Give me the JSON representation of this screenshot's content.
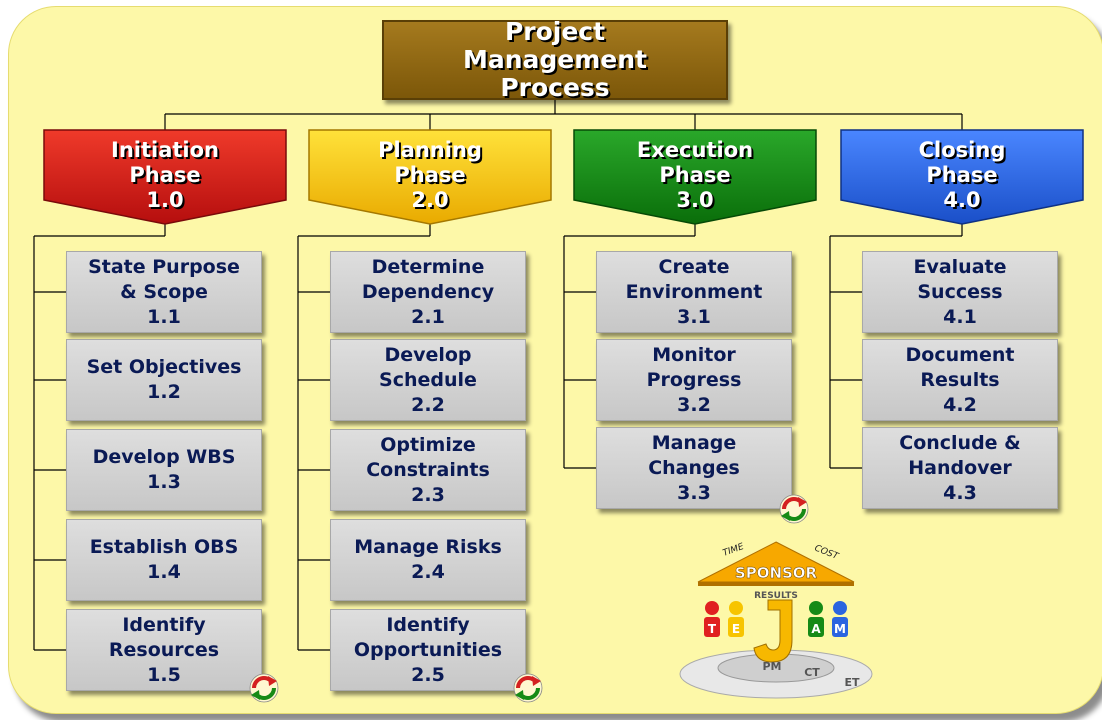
{
  "root": {
    "title": "Project Management\nProcess"
  },
  "colors": {
    "initiation": "#d42020",
    "planning": "#f7c400",
    "execution": "#168a16",
    "closing": "#2a64e0",
    "task_text": "#0a1a55",
    "background": "#fdf8a8"
  },
  "phases": [
    {
      "label": "Initiation\nPhase\n1.0",
      "color": "red",
      "tasks": [
        "State Purpose\n& Scope\n1.1",
        "Set Objectives\n1.2",
        "Develop WBS\n1.3",
        "Establish OBS\n1.4",
        "Identify\nResources\n1.5"
      ]
    },
    {
      "label": "Planning\nPhase\n2.0",
      "color": "yellow",
      "tasks": [
        "Determine\nDependency\n2.1",
        "Develop\nSchedule\n2.2",
        "Optimize\nConstraints\n2.3",
        "Manage Risks\n2.4",
        "Identify\nOpportunities\n2.5"
      ]
    },
    {
      "label": "Execution\nPhase\n3.0",
      "color": "green",
      "tasks": [
        "Create\nEnvironment\n3.1",
        "Monitor\nProgress\n3.2",
        "Manage\nChanges\n3.3"
      ]
    },
    {
      "label": "Closing\nPhase\n4.0",
      "color": "blue",
      "tasks": [
        "Evaluate\nSuccess\n4.1",
        "Document\nResults\n4.2",
        "Conclude &\nHandover\n4.3"
      ]
    }
  ],
  "cycle_icons": [
    "cycle-arrows-icon",
    "cycle-arrows-icon",
    "cycle-arrows-icon"
  ],
  "logo": {
    "roof_label": "SPONSOR",
    "time_label": "TIME",
    "cost_label": "COST",
    "results_label": "RESULTS",
    "team_letters": [
      "T",
      "E",
      "A",
      "M"
    ],
    "base_labels": [
      "PM",
      "CT",
      "ET"
    ]
  }
}
